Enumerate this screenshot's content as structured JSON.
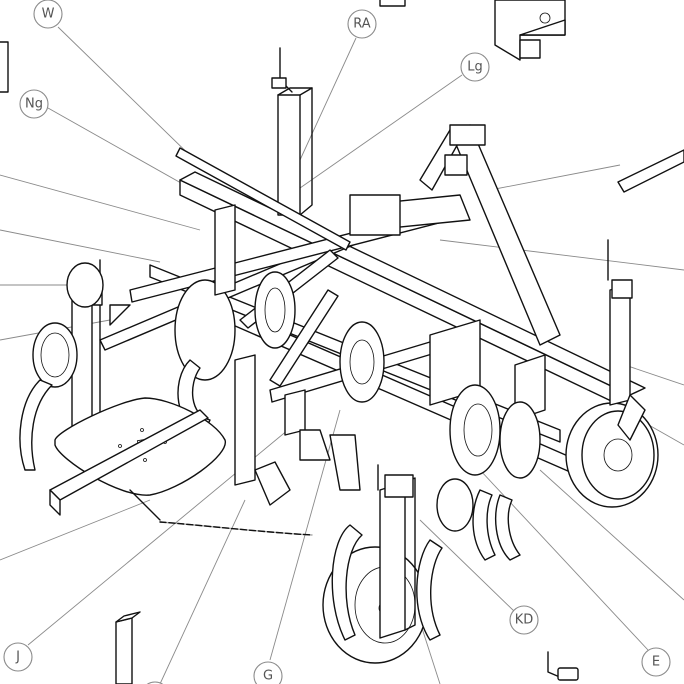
{
  "callouts": {
    "w": "W",
    "ra": "RA",
    "lg": "Lg",
    "ng": "Ng",
    "j": "J",
    "g": "G",
    "kd": "KD",
    "e": "E"
  }
}
